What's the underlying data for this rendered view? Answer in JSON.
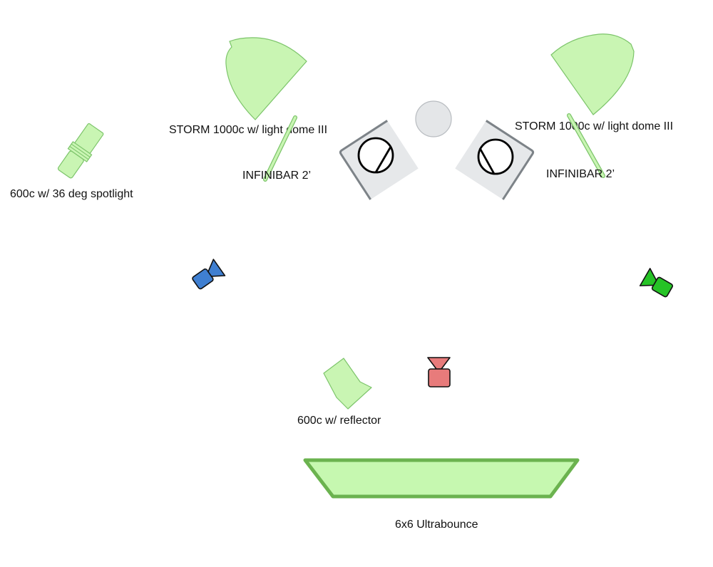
{
  "colors": {
    "light_fill": "#c9f5b3",
    "light_stroke": "#7cc46a",
    "bounce_fill": "#c6f8b0",
    "bounce_stroke": "#6bb34f",
    "cam_a": "#3f7fd1",
    "cam_b": "#26c326",
    "cam_c": "#e87b7b",
    "chair_fill": "#e6e8ea",
    "chair_stroke": "#7d8388",
    "ball_fill": "#e4e6e8",
    "ball_stroke": "#b8bcc0"
  },
  "labels": {
    "spotlight": "600c w/ 36 deg spotlight",
    "storm_left": "STORM 1000c w/ light dome III",
    "storm_right": "STORM 1000c w/ light dome III",
    "infinibar_left": "INFINIBAR 2’",
    "infinibar_right": "INFINIBAR 2’",
    "reflector": "600c w/ reflector",
    "ultrabounce": "6x6 Ultrabounce"
  },
  "icons": {
    "camera_a": "video-camera-icon",
    "camera_b": "video-camera-icon",
    "camera_c": "video-camera-icon",
    "chair_left": "chair-icon",
    "chair_right": "chair-icon",
    "table": "table-icon"
  }
}
